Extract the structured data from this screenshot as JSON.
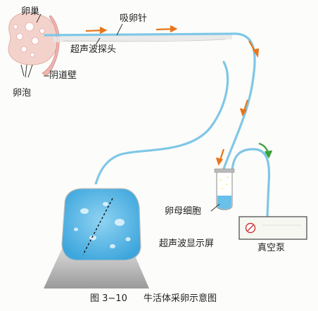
{
  "labels": {
    "ovary": "卵巢",
    "needle": "吸卵针",
    "probe": "超声波探头",
    "follicle": "卵泡",
    "vaginal_wall": "阴道壁",
    "oocyte": "卵母细胞",
    "screen": "超声波显示屏",
    "pump": "真空泵"
  },
  "caption": {
    "fig_no": "图 3−10",
    "title": "牛活体采卵示意图"
  },
  "colors": {
    "tube": "#7ec7e6",
    "arrow_orange": "#e8751a",
    "arrow_green": "#3aa03a",
    "screen_blue": "#5ab6e4",
    "ovary_pink": "#f2c9c2"
  }
}
